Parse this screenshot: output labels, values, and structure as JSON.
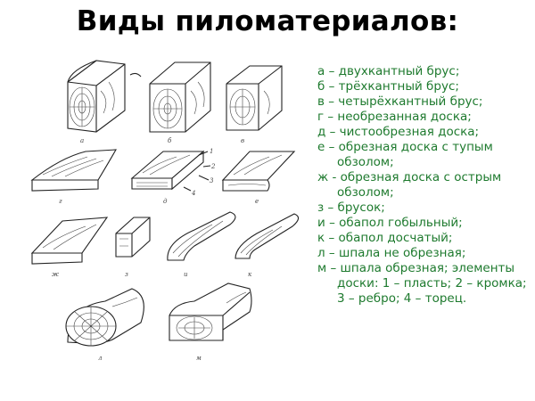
{
  "title": "Виды пиломатериалов:",
  "figure": {
    "labels": {
      "a": "а",
      "b": "б",
      "v": "в",
      "g": "г",
      "d": "д",
      "e": "е",
      "zh": "ж",
      "z": "з",
      "i": "и",
      "k": "к",
      "l": "л",
      "m": "м",
      "n1": "1",
      "n2": "2",
      "n3": "3",
      "n4": "4"
    }
  },
  "legend": [
    "а – двухкантный брус;",
    "б – трёхкантный брус;",
    "в – четырёхкантный брус;",
    "г – необрезанная доска;",
    "д – чистообрезная доска;",
    "е – обрезная доска с тупым обзолом;",
    "ж - обрезная доска с острым обзолом;",
    "з – брусок;",
    "и – обапол гобыльный;",
    "к – обапол досчатый;",
    "л – шпала не обрезная;",
    "м – шпала обрезная; элементы доски: 1 – пласть; 2 – кромка; 3 – ребро; 4 – торец."
  ]
}
